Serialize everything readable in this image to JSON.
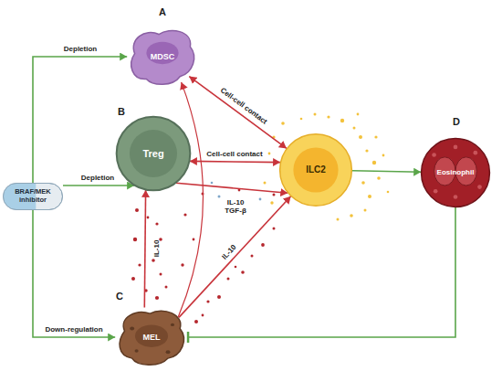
{
  "diagram": {
    "nodes": [
      {
        "text": [
          "BRAF/MEK inhibitor"
        ]
      },
      {
        "text": [
          "MDSC"
        ]
      },
      {
        "text": [
          "Treg"
        ]
      },
      {
        "text": [
          "ILC2"
        ]
      },
      {
        "text": [
          "Eosinophil"
        ]
      },
      {
        "text": [
          "MEL"
        ]
      }
    ],
    "edges": [
      {
        "from": 0,
        "to": 1,
        "label": "Depletion",
        "arrow": "to"
      },
      {
        "from": 0,
        "to": 2,
        "label": "Depletion",
        "arrow": "to"
      },
      {
        "from": 0,
        "to": 5,
        "label": "Down-regulation",
        "arrow": "to"
      },
      {
        "from": 1,
        "to": 3,
        "label": "Cell-cell contact",
        "arrow": "both"
      },
      {
        "from": 2,
        "to": 3,
        "label": "Cell-cell contact",
        "arrow": "both"
      },
      {
        "from": 2,
        "to": 3,
        "label": "IL-10 TGF-β",
        "arrow": "to"
      },
      {
        "from": 5,
        "to": 2,
        "label": "IL-10",
        "arrow": "to"
      },
      {
        "from": 5,
        "to": 1,
        "arrow": "to"
      },
      {
        "from": 5,
        "to": 3,
        "label": "IL-10",
        "arrow": "to"
      },
      {
        "from": 3,
        "to": 4,
        "arrow": "to"
      },
      {
        "from": 4,
        "to": 5,
        "arrow": "to"
      }
    ],
    "labels": [
      "A",
      "B",
      "C",
      "D"
    ]
  }
}
